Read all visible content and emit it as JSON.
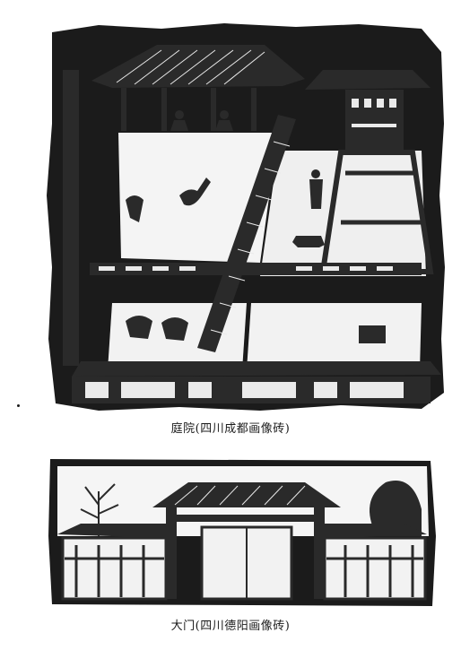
{
  "figures": [
    {
      "caption": "庭院(四川成都画像砖)",
      "image_icon": "courtyard-rubbing"
    },
    {
      "caption": "大门(四川德阳画像砖)",
      "image_icon": "gate-rubbing"
    }
  ],
  "colors": {
    "ink": "#1b1b1b",
    "paper": "#ffffff",
    "grey": "#d9d9d9"
  }
}
